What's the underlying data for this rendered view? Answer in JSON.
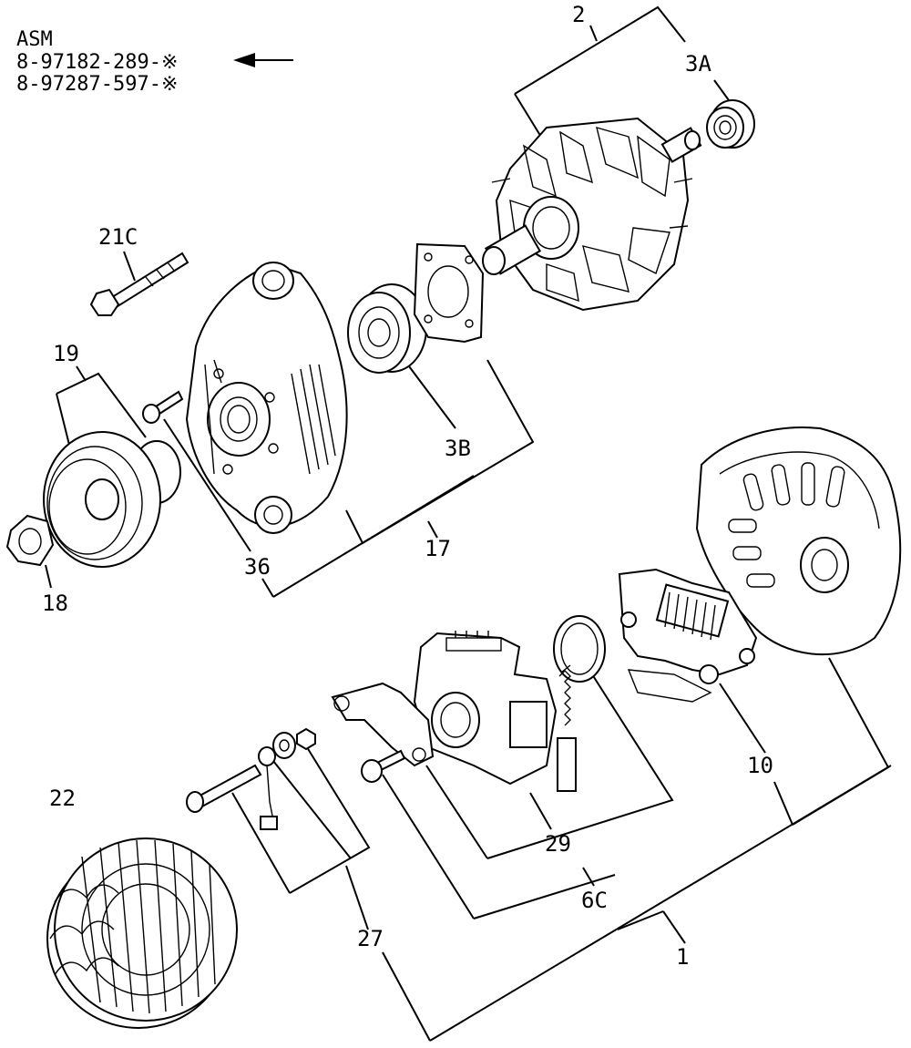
{
  "header": {
    "title": "ASM",
    "part_numbers": [
      "8-97182-289-※",
      "8-97287-597-※"
    ]
  },
  "callouts": [
    "1",
    "2",
    "3A",
    "3B",
    "6C",
    "10",
    "17",
    "18",
    "19",
    "21C",
    "22",
    "27",
    "29",
    "36"
  ]
}
